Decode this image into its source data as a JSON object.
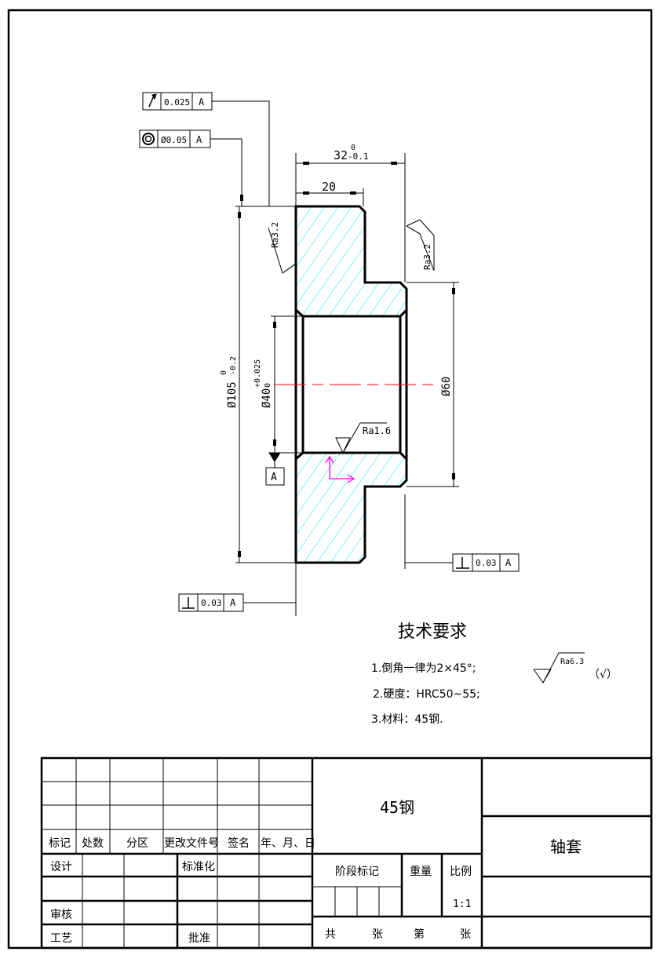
{
  "colors": {
    "hatch": "#00e5ee",
    "centerline": "#ff0000",
    "axes": "#ff00ff",
    "line": "#000000"
  },
  "dimensions": {
    "overall_length": {
      "base": "32",
      "upper": "0",
      "lower": "-0.1"
    },
    "flange_length": "20",
    "outer_diameter": {
      "base": "Ø105",
      "upper": "0",
      "lower": "-0.2"
    },
    "bore_diameter": {
      "base": "Ø40",
      "upper": "+0.025",
      "lower": "0"
    },
    "hub_diameter": "Ø60"
  },
  "roughness": {
    "left": "Ra3.2",
    "right": "Ra3.2",
    "bore": "Ra1.6",
    "general": "Ra6.3",
    "general_note": "（√）"
  },
  "datum": "A",
  "tolerances": [
    {
      "icon": "circular-runout-icon",
      "value": "0.025",
      "datum": "A"
    },
    {
      "icon": "concentricity-icon",
      "value": "Ø0.05",
      "datum": "A"
    },
    {
      "icon": "perpendicularity-icon",
      "value": "0.03",
      "datum": "A"
    },
    {
      "icon": "perpendicularity-icon",
      "value": "0.03",
      "datum": "A"
    }
  ],
  "tech_requirements": {
    "title": "技术要求",
    "items": [
      "1.倒角一律为2×45°;",
      "2.硬度：HRC50~55;",
      "3.材料：45钢."
    ]
  },
  "title_block": {
    "material": "45钢",
    "part_name": "轴套",
    "revision_headers": [
      "标记",
      "处数",
      "分区",
      "更改文件号",
      "签名",
      "年、月、日"
    ],
    "design": "设计",
    "standardization": "标准化",
    "review": "审核",
    "process": "工艺",
    "approval": "批准",
    "stage_mark": "阶段标记",
    "weight": "重量",
    "scale_label": "比例",
    "scale": "1:1",
    "total": "共",
    "sheets": "张",
    "sheet_no": "第",
    "sheets2": "张"
  }
}
